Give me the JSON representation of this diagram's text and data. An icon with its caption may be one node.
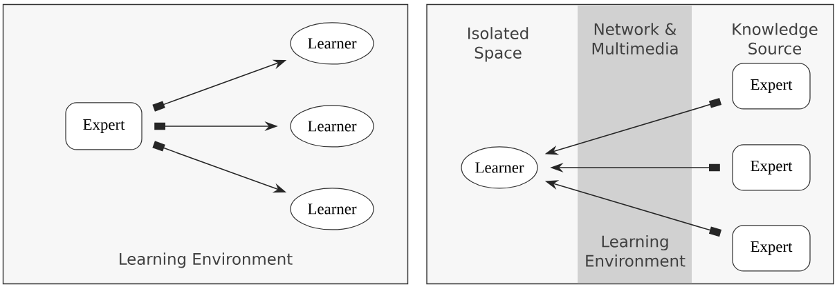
{
  "diagram": {
    "nodes": [
      {
        "text": [
          "Learning Environment"
        ]
      },
      {
        "text": [
          "Expert"
        ],
        "in": 0
      },
      {
        "text": [
          "Learner"
        ],
        "in": 0
      },
      {
        "text": [
          "Learner"
        ],
        "in": 0
      },
      {
        "text": [
          "Learner"
        ],
        "in": 0
      },
      {
        "text": [],
        "shape": "box"
      },
      {
        "text": [
          "Learner"
        ],
        "in": 5
      },
      {
        "text": [
          "Expert"
        ],
        "in": 5
      },
      {
        "text": [
          "Expert"
        ],
        "in": 5
      },
      {
        "text": [
          "Expert"
        ],
        "in": 5
      }
    ],
    "edges": [
      {
        "from": 1,
        "to": 2,
        "arrow": "to"
      },
      {
        "from": 1,
        "to": 3,
        "arrow": "to"
      },
      {
        "from": 1,
        "to": 4,
        "arrow": "to"
      },
      {
        "from": 7,
        "to": 6,
        "arrow": "to"
      },
      {
        "from": 8,
        "to": 6,
        "arrow": "to"
      },
      {
        "from": 9,
        "to": 6,
        "arrow": "to"
      }
    ],
    "labels": [
      "Isolated Space",
      "Network & Multimedia",
      "Knowledge Source",
      "Learning Environment"
    ]
  }
}
